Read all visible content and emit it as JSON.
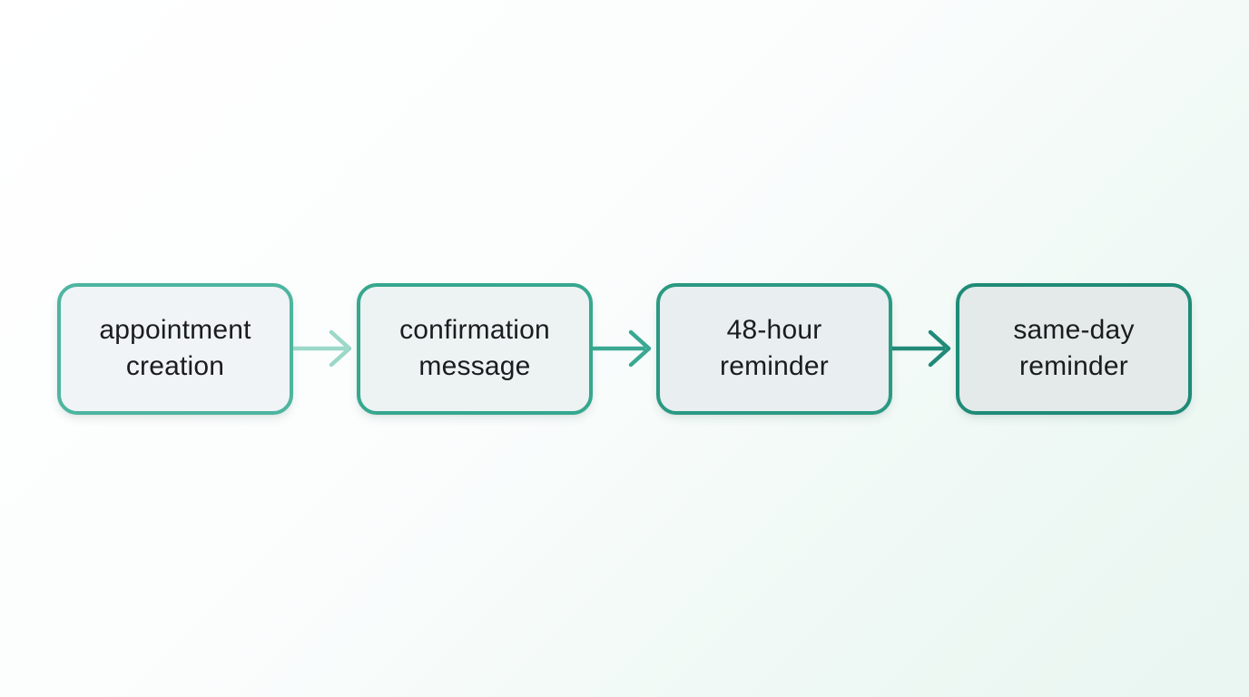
{
  "diagram": {
    "type": "flowchart",
    "direction": "left-to-right",
    "background": {
      "gradient_start": "#ffffff",
      "gradient_end": "#e9f6f1"
    },
    "text_color": "#1a1c1e",
    "nodes": [
      {
        "id": "appointment-creation",
        "label": "appointment creation",
        "border_color": "#4db5a0",
        "fill_color": "#f0f4f6"
      },
      {
        "id": "confirmation-message",
        "label": "confirmation message",
        "border_color": "#35a88e",
        "fill_color": "#edf2f3"
      },
      {
        "id": "48-hour-reminder",
        "label": "48-hour reminder",
        "border_color": "#2a9a82",
        "fill_color": "#e9eef0"
      },
      {
        "id": "same-day-reminder",
        "label": "same-day reminder",
        "border_color": "#1e8b77",
        "fill_color": "#e4eae9"
      }
    ],
    "connectors": [
      {
        "from": "appointment-creation",
        "to": "confirmation-message",
        "color": "#9bd8c7"
      },
      {
        "from": "confirmation-message",
        "to": "48-hour-reminder",
        "color": "#3aa892"
      },
      {
        "from": "48-hour-reminder",
        "to": "same-day-reminder",
        "color": "#218a79"
      }
    ]
  }
}
